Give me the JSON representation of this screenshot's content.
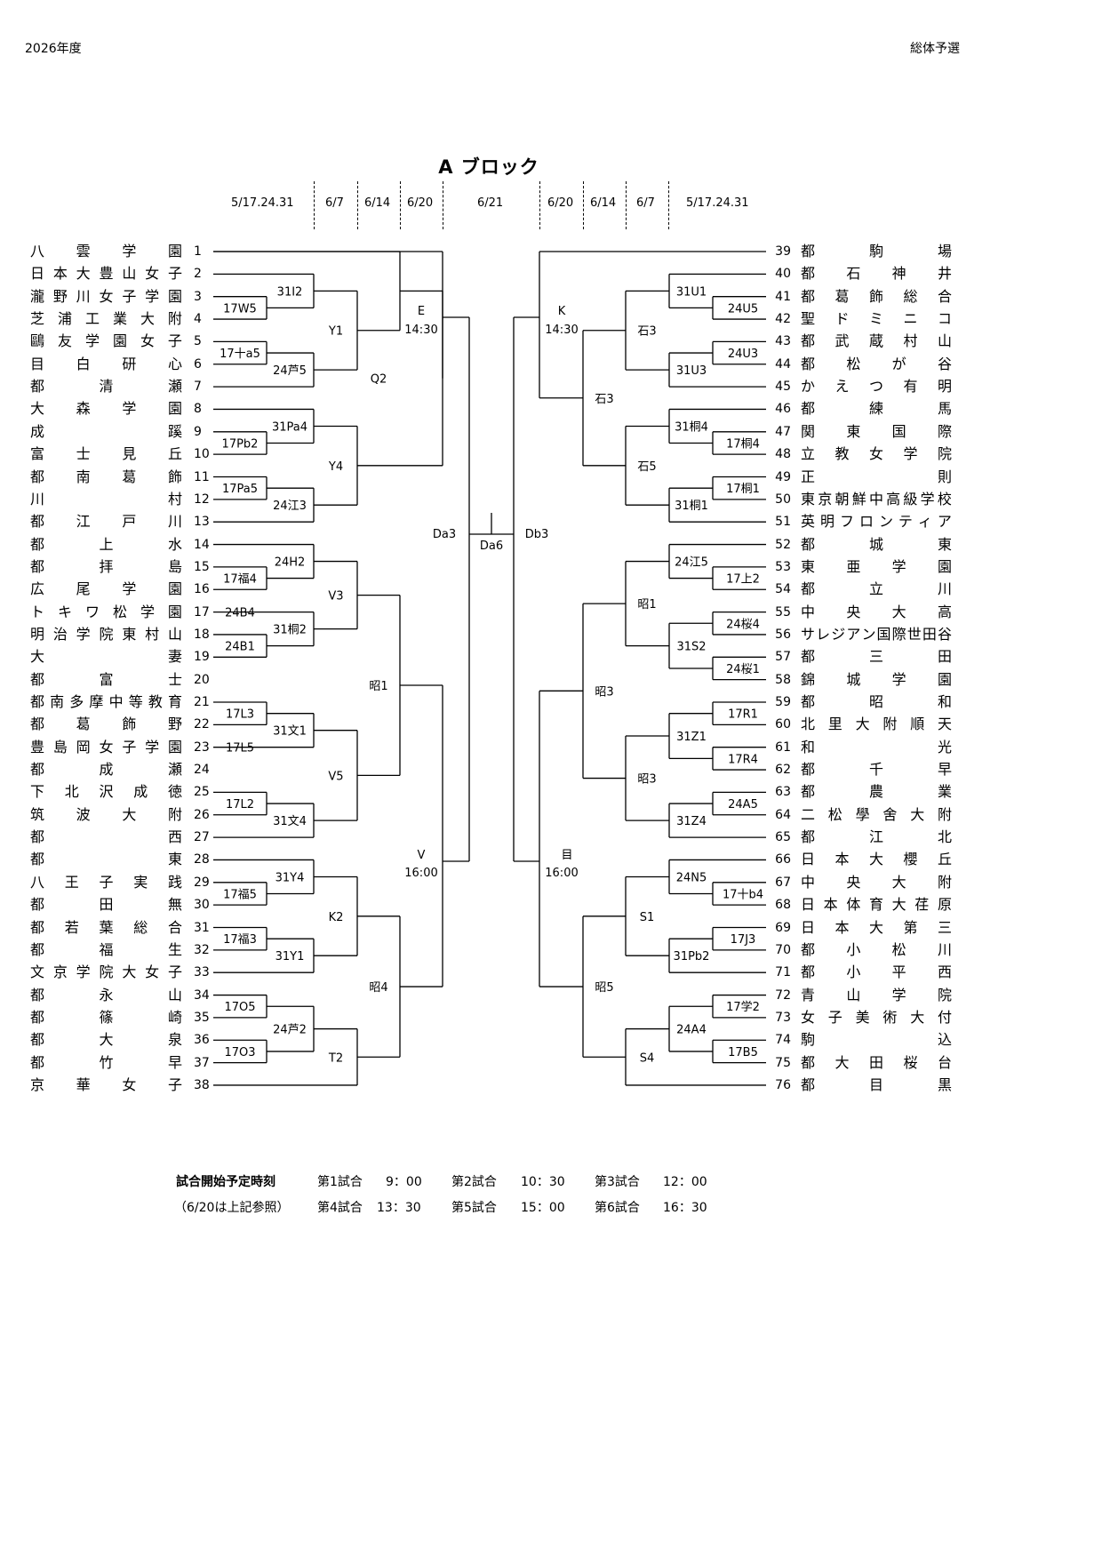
{
  "header": {
    "year": "2026年度",
    "event": "総体予選"
  },
  "title": "A ブロック",
  "dates": [
    "5/17.24.31",
    "6/7",
    "6/14",
    "6/20",
    "6/21",
    "6/20",
    "6/14",
    "6/7",
    "5/17.24.31"
  ],
  "left_teams": [
    "八雲学園",
    "日本大豊山女子",
    "瀧野川女子学園",
    "芝浦工業大附",
    "鷗友学園女子",
    "目白研心",
    "都清瀬",
    "大森学園",
    "成蹊",
    "富士見丘",
    "都南葛飾",
    "川村",
    "都江戸川",
    "都上水",
    "都拝島",
    "広尾学園",
    "トキワ松学園",
    "明治学院東村山",
    "大妻",
    "都富士",
    "都南多摩中等教育",
    "都葛飾野",
    "豊島岡女子学園",
    "都成瀬",
    "下北沢成徳",
    "筑波大附",
    "都西",
    "都東",
    "八王子実践",
    "都田無",
    "都若葉総合",
    "都福生",
    "文京学院大女子",
    "都永山",
    "都篠崎",
    "都大泉",
    "都竹早",
    "京華女子"
  ],
  "left_nums": [
    "1",
    "2",
    "3",
    "4",
    "5",
    "6",
    "7",
    "8",
    "9",
    "10",
    "11",
    "12",
    "13",
    "14",
    "15",
    "16",
    "17",
    "18",
    "19",
    "20",
    "21",
    "22",
    "23",
    "24",
    "25",
    "26",
    "27",
    "28",
    "29",
    "30",
    "31",
    "32",
    "33",
    "34",
    "35",
    "36",
    "37",
    "38"
  ],
  "right_teams": [
    "都駒場",
    "都石神井",
    "都葛飾総合",
    "聖ドミニコ",
    "都武蔵村山",
    "都松が谷",
    "かえつ有明",
    "都練馬",
    "関東国際",
    "立教女学院",
    "正則",
    "東京朝鮮中高級学校",
    "英明フロンティア",
    "都城東",
    "東亜学園",
    "都立川",
    "中央大高",
    "サレジアン国際世田谷",
    "都三田",
    "錦城学園",
    "都昭和",
    "北里大附順天",
    "和光",
    "都千早",
    "都農業",
    "二松學舍大附",
    "都江北",
    "日本大櫻丘",
    "中央大附",
    "日本体育大荏原",
    "日本大第三",
    "都小松川",
    "都小平西",
    "青山学院",
    "女子美術大付",
    "駒込",
    "都大田桜台",
    "都目黒"
  ],
  "right_nums": [
    "39",
    "40",
    "41",
    "42",
    "43",
    "44",
    "45",
    "46",
    "47",
    "48",
    "49",
    "50",
    "51",
    "52",
    "53",
    "54",
    "55",
    "56",
    "57",
    "58",
    "59",
    "60",
    "61",
    "62",
    "63",
    "64",
    "65",
    "66",
    "67",
    "68",
    "69",
    "70",
    "71",
    "72",
    "73",
    "74",
    "75",
    "76"
  ],
  "left_r1": [
    "31I2",
    "17W5",
    "17十a5",
    "24芦5",
    "31Pa4",
    "17Pb2",
    "17Pa5",
    "24江3",
    "24H2",
    "17福4",
    "24B4",
    "31桐2",
    "24B1",
    "17L3",
    "31文1",
    "17L5",
    "17L2",
    "31文4",
    "31Y4",
    "17福5",
    "17福3",
    "31Y1",
    "17O5",
    "24芦2",
    "17O3"
  ],
  "left_r2": [
    "Y1",
    "Y4",
    "V3",
    "V5",
    "K2",
    "T2"
  ],
  "left_r3": [
    "Q2",
    "昭1",
    "昭4"
  ],
  "left_r4": [
    "E",
    "14:30",
    "V",
    "16:00"
  ],
  "center": [
    "Da3",
    "Da6",
    "Db3"
  ],
  "right_r1": [
    "31U1",
    "24U5",
    "24U3",
    "31U3",
    "31桐4",
    "17桐4",
    "17桐1",
    "31桐1",
    "24江5",
    "17上2",
    "24桜4",
    "31S2",
    "24桜1",
    "17R1",
    "31Z1",
    "17R4",
    "24A5",
    "31Z4",
    "24N5",
    "17十b4",
    "17J3",
    "31Pb2",
    "17学2",
    "24A4",
    "17B5"
  ],
  "right_r2": [
    "石3",
    "石5",
    "昭1",
    "昭3",
    "S1",
    "S4"
  ],
  "right_r3": [
    "石3",
    "昭3",
    "昭5"
  ],
  "right_r4": [
    "K",
    "14:30",
    "目",
    "16:00"
  ],
  "footer": {
    "heading": "試合開始予定時刻",
    "note": "（6/20は上記参照）",
    "row1": [
      "第1試合",
      "9：00",
      "第2試合",
      "10：30",
      "第3試合",
      "12：00"
    ],
    "row2": [
      "第4試合",
      "13：30",
      "第5試合",
      "15：00",
      "第6試合",
      "16：30"
    ]
  }
}
